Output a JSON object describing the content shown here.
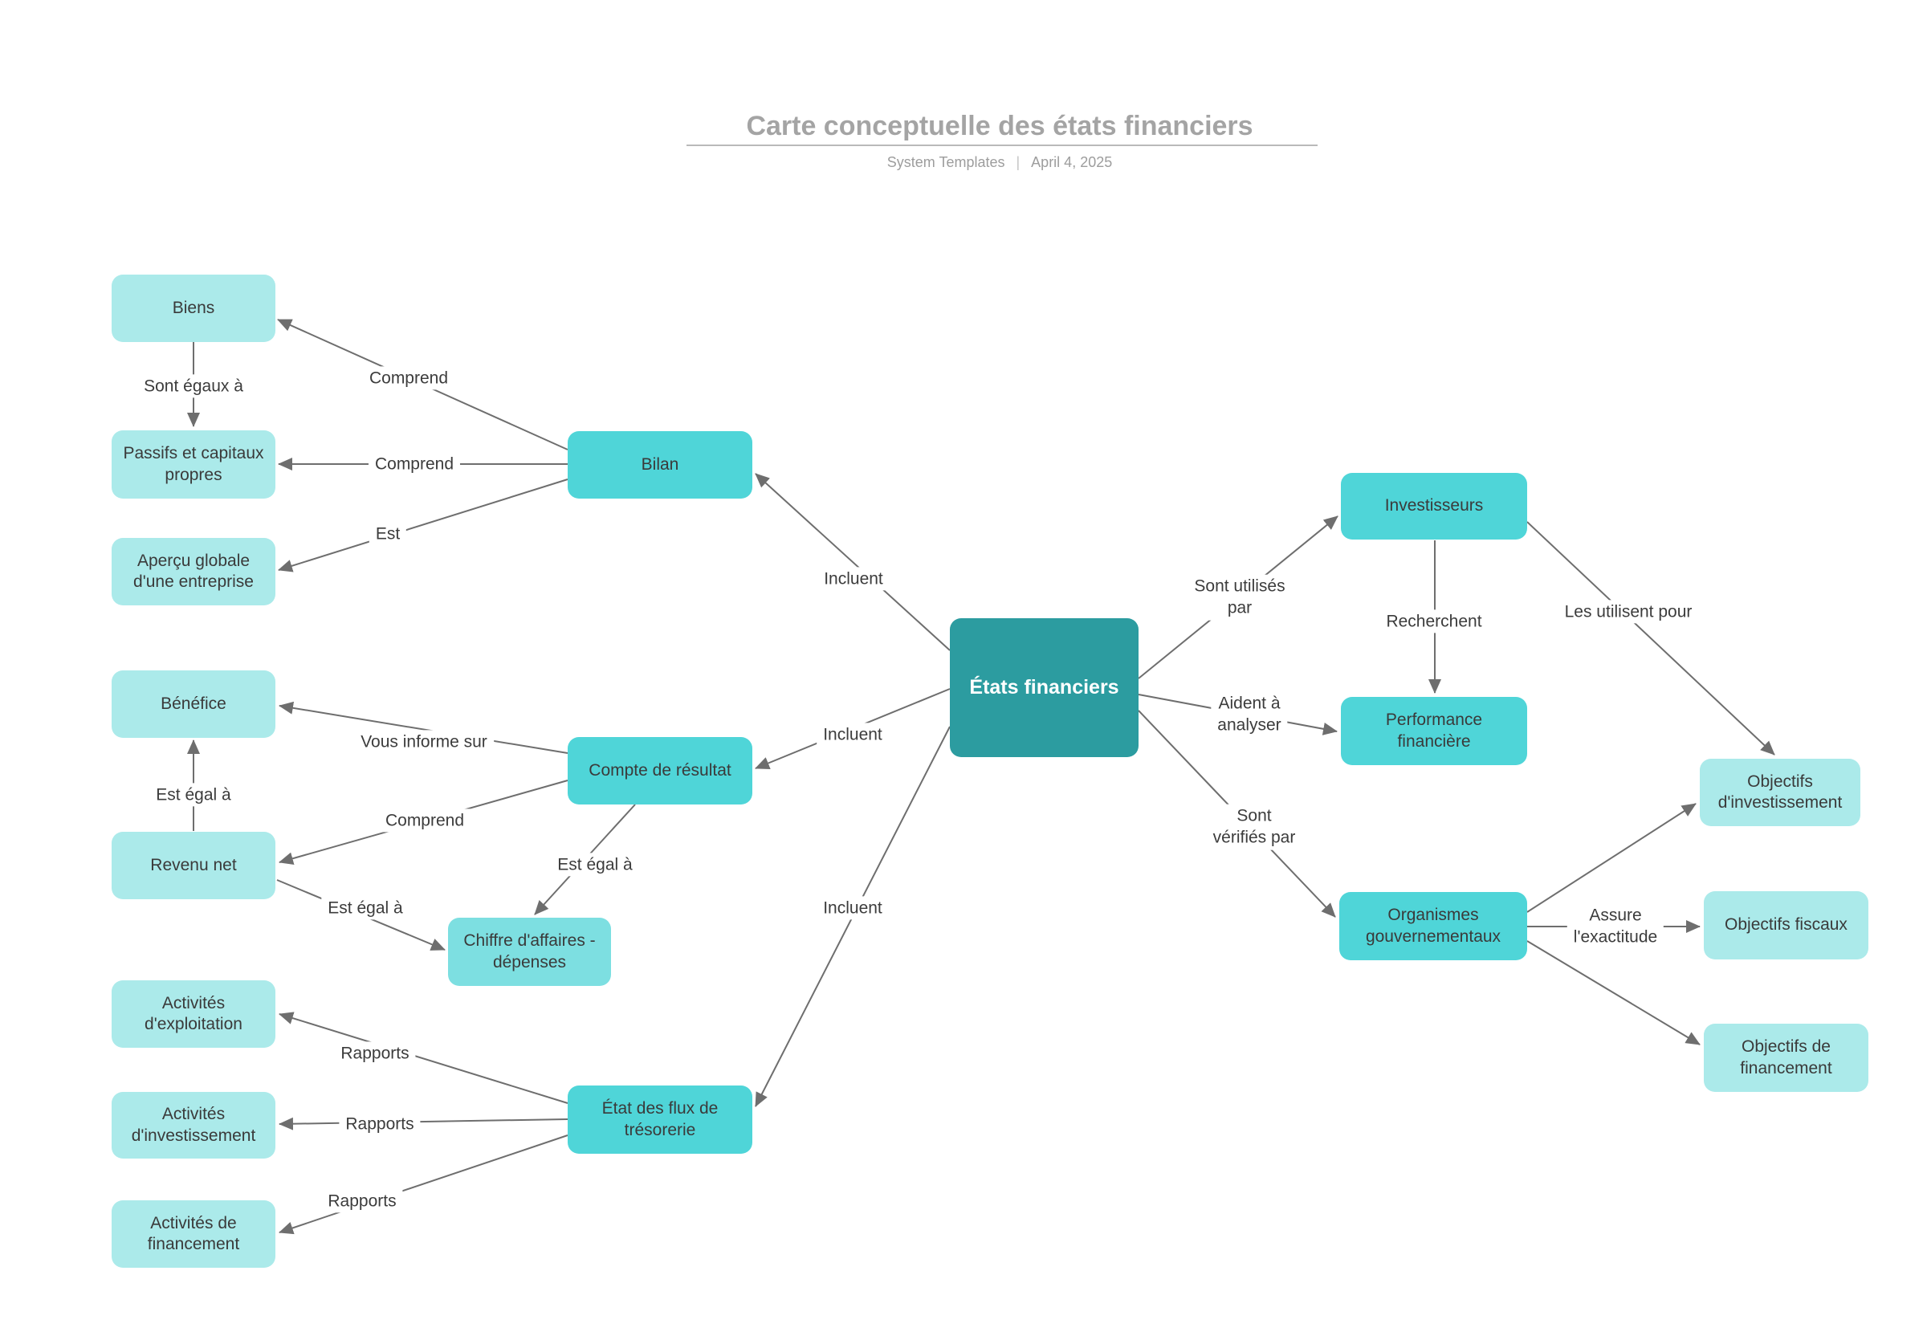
{
  "header": {
    "title": "Carte conceptuelle des états financiers",
    "author": "System Templates",
    "separator": "|",
    "date": "April 4, 2025"
  },
  "palette": {
    "root_fill": "#2C9CA0",
    "branch_fill": "#4FD5D8",
    "sub_branch_fill": "#7DDFE1",
    "leaf_fill": "#ABEAEA",
    "edge_color": "#6E6E6E",
    "node_text": "#3A3A3A",
    "root_text": "#FFFFFF",
    "title_color": "#A4A4A4",
    "subtitle_color": "#9D9D9D",
    "sep_color": "#C4C4C4",
    "rule_color": "#B9B9B9"
  },
  "nodes": {
    "etats_financiers": {
      "label": "États financiers"
    },
    "bilan": {
      "label": "Bilan"
    },
    "compte_resultat": {
      "label": "Compte de résultat"
    },
    "flux_tresorerie": {
      "label": "État des flux de trésorerie"
    },
    "biens": {
      "label": "Biens"
    },
    "passifs": {
      "label": "Passifs et capitaux propres"
    },
    "apercu": {
      "label": "Aperçu globale d'une entreprise"
    },
    "benefice": {
      "label": "Bénéfice"
    },
    "revenu_net": {
      "label": "Revenu net"
    },
    "chiffre_affaires": {
      "label": "Chiffre d'affaires - dépenses"
    },
    "act_exploitation": {
      "label": "Activités d'exploitation"
    },
    "act_investissement": {
      "label": "Activités d'investissement"
    },
    "act_financement": {
      "label": "Activités de financement"
    },
    "investisseurs": {
      "label": "Investisseurs"
    },
    "performance": {
      "label": "Performance financière"
    },
    "organismes": {
      "label": "Organismes gouvernementaux"
    },
    "obj_investissement": {
      "label": "Objectifs d'investissement"
    },
    "obj_fiscaux": {
      "label": "Objectifs fiscaux"
    },
    "obj_financement": {
      "label": "Objectifs de financement"
    }
  },
  "edge_labels": {
    "bilan_biens": {
      "label": "Comprend"
    },
    "bilan_passifs": {
      "label": "Comprend"
    },
    "bilan_apercu": {
      "label": "Est"
    },
    "biens_passifs": {
      "label": "Sont égaux à"
    },
    "ef_bilan": {
      "label": "Incluent"
    },
    "ef_compte": {
      "label": "Incluent"
    },
    "ef_flux": {
      "label": "Incluent"
    },
    "compte_benefice": {
      "label": "Vous informe sur"
    },
    "compte_revenu": {
      "label": "Comprend"
    },
    "compte_chiffre": {
      "label": "Est égal à"
    },
    "revenu_benefice": {
      "label": "Est égal à"
    },
    "revenu_chiffre": {
      "label": "Est égal à"
    },
    "flux_exploitation": {
      "label": "Rapports"
    },
    "flux_investissement": {
      "label": "Rapports"
    },
    "flux_financement": {
      "label": "Rapports"
    },
    "ef_investisseurs": {
      "label": "Sont utilisés\npar"
    },
    "investisseurs_performance": {
      "label": "Recherchent"
    },
    "ef_performance": {
      "label": "Aident à\nanalyser"
    },
    "ef_organismes": {
      "label": "Sont\nvérifiés par"
    },
    "investisseurs_obj": {
      "label": "Les utilisent pour"
    },
    "organismes_fiscaux": {
      "label": "Assure\nl'exactitude"
    }
  }
}
